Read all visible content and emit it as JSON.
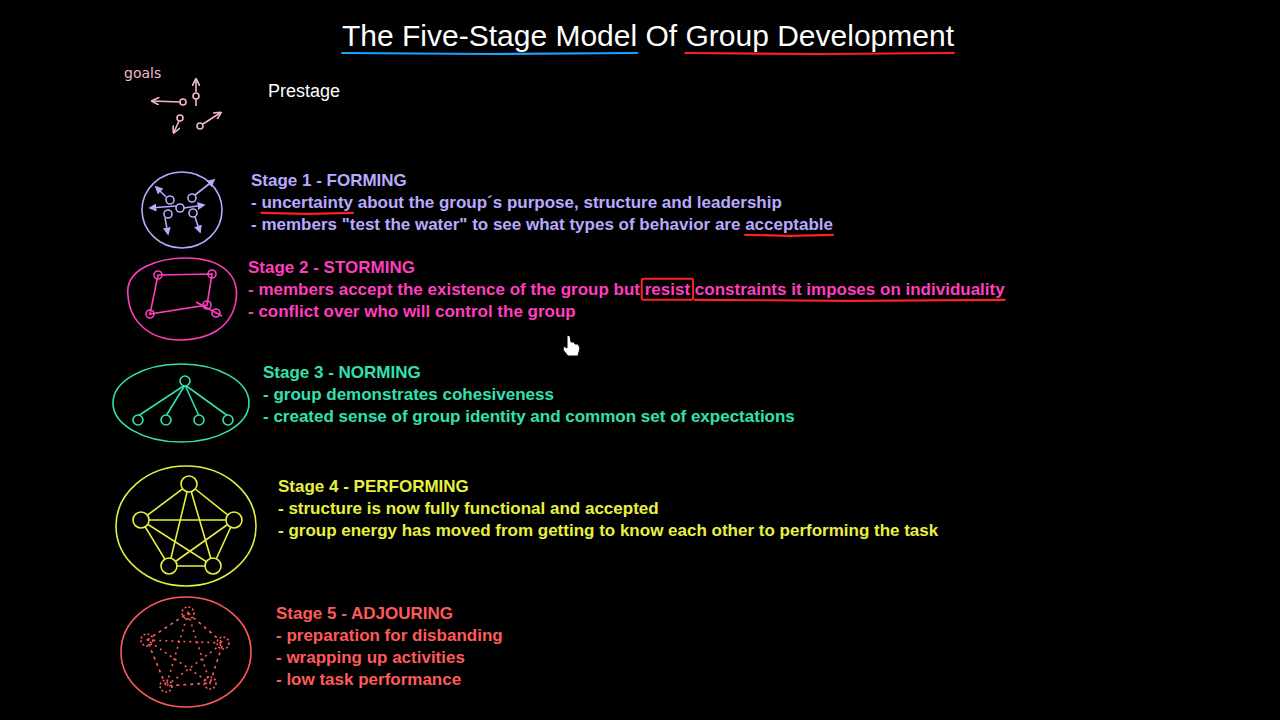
{
  "diagram": {
    "title": "The Five-Stage Model Of Group Development",
    "labels": [
      "goals",
      "Prestage",
      "Stage 1 - FORMING",
      "- uncertainty about the group´s purpose, structure and leadership",
      "- members \"test the water\" to see what types of behavior are acceptable",
      "Stage 2 - STORMING",
      "- members accept the existence of the group but resist constraints it imposes on individuality",
      "- conflict over who will control the group",
      "Stage 3 - NORMING",
      "- group demonstrates cohesiveness",
      "- created sense of group identity and common set of expectations",
      "Stage 4 - PERFORMING",
      "- structure is now fully functional and accepted",
      "- group energy has moved from getting to know each other to performing the task",
      "Stage 5 - ADJOURING",
      "- preparation for disbanding",
      "- wrapping up activities",
      "- low task performance"
    ]
  }
}
